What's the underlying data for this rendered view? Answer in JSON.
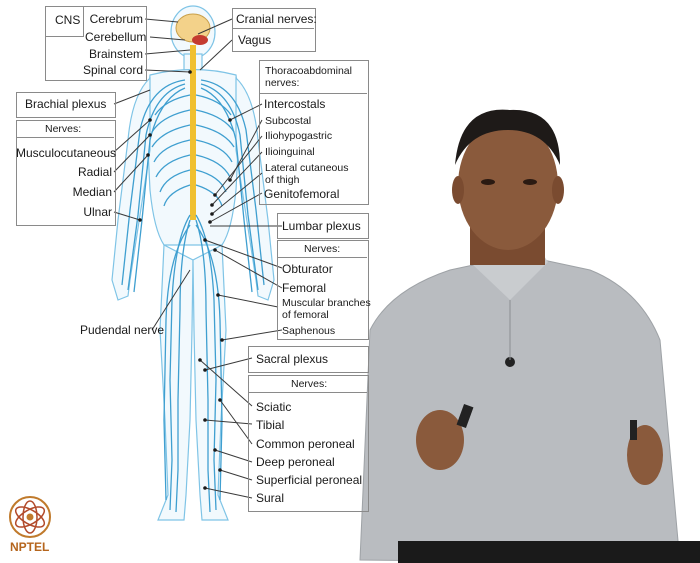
{
  "left_labels": {
    "cns": "CNS",
    "cerebrum": "Cerebrum",
    "cerebellum": "Cerebellum",
    "brainstem": "Brainstem",
    "spinal_cord": "Spinal cord",
    "brachial_plexus": "Brachial plexus",
    "nerves_header": "Nerves:",
    "musculocutaneous": "Musculocutaneous",
    "radial": "Radial",
    "median": "Median",
    "ulnar": "Ulnar",
    "pudendal": "Pudendal nerve"
  },
  "right_labels": {
    "cranial_nerves": "Cranial nerves:",
    "vagus": "Vagus",
    "thoracoabdominal_1": "Thoracoabdominal",
    "thoracoabdominal_2": "nerves:",
    "intercostals": "Intercostals",
    "subcostal": "Subcostal",
    "iliohypogastric": "Iliohypogastric",
    "ilioinguinal": "Ilioinguinal",
    "lateral_cutaneous_1": "Lateral cutaneous",
    "lateral_cutaneous_2": "of thigh",
    "genitofemoral": "Genitofemoral",
    "lumbar_plexus": "Lumbar plexus",
    "lumbar_nerves_header": "Nerves:",
    "obturator": "Obturator",
    "femoral": "Femoral",
    "muscular_1": "Muscular branches",
    "muscular_2": "of femoral",
    "saphenous": "Saphenous",
    "sacral_plexus": "Sacral plexus",
    "sacral_nerves_header": "Nerves:",
    "sciatic": "Sciatic",
    "tibial": "Tibial",
    "common_peroneal": "Common peroneal",
    "deep_peroneal": "Deep peroneal",
    "superficial_peroneal": "Superficial peroneal",
    "sural": "Sural"
  },
  "logo": {
    "text": "NPTEL"
  },
  "colors": {
    "nerve": "#3f9fd0",
    "spinal_cord": "#f0c030",
    "brain": "#f3d28a",
    "shirt": "#b9bcc0",
    "skin": "#8a5a3c"
  }
}
